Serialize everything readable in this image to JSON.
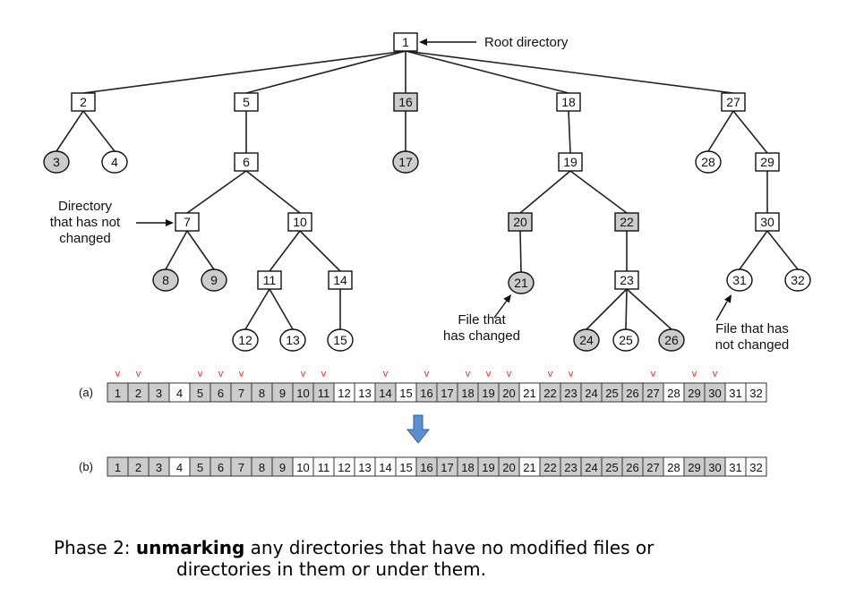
{
  "tree": {
    "nodes": [
      {
        "id": "1",
        "kind": "dir",
        "shaded": false
      },
      {
        "id": "2",
        "kind": "dir",
        "shaded": false
      },
      {
        "id": "3",
        "kind": "file",
        "shaded": true
      },
      {
        "id": "4",
        "kind": "file",
        "shaded": false
      },
      {
        "id": "5",
        "kind": "dir",
        "shaded": false
      },
      {
        "id": "6",
        "kind": "dir",
        "shaded": false
      },
      {
        "id": "7",
        "kind": "dir",
        "shaded": false
      },
      {
        "id": "8",
        "kind": "file",
        "shaded": true
      },
      {
        "id": "9",
        "kind": "file",
        "shaded": true
      },
      {
        "id": "10",
        "kind": "dir",
        "shaded": false
      },
      {
        "id": "11",
        "kind": "dir",
        "shaded": false
      },
      {
        "id": "12",
        "kind": "file",
        "shaded": false
      },
      {
        "id": "13",
        "kind": "file",
        "shaded": false
      },
      {
        "id": "14",
        "kind": "dir",
        "shaded": false
      },
      {
        "id": "15",
        "kind": "file",
        "shaded": false
      },
      {
        "id": "16",
        "kind": "dir",
        "shaded": true
      },
      {
        "id": "17",
        "kind": "file",
        "shaded": true
      },
      {
        "id": "18",
        "kind": "dir",
        "shaded": false
      },
      {
        "id": "19",
        "kind": "dir",
        "shaded": false
      },
      {
        "id": "20",
        "kind": "dir",
        "shaded": true
      },
      {
        "id": "21",
        "kind": "file",
        "shaded": true
      },
      {
        "id": "22",
        "kind": "dir",
        "shaded": true
      },
      {
        "id": "23",
        "kind": "dir",
        "shaded": false
      },
      {
        "id": "24",
        "kind": "file",
        "shaded": true
      },
      {
        "id": "25",
        "kind": "file",
        "shaded": false
      },
      {
        "id": "26",
        "kind": "file",
        "shaded": true
      },
      {
        "id": "27",
        "kind": "dir",
        "shaded": false
      },
      {
        "id": "28",
        "kind": "file",
        "shaded": false
      },
      {
        "id": "29",
        "kind": "dir",
        "shaded": false
      },
      {
        "id": "30",
        "kind": "dir",
        "shaded": false
      },
      {
        "id": "31",
        "kind": "file",
        "shaded": false
      },
      {
        "id": "32",
        "kind": "file",
        "shaded": false
      }
    ],
    "edges": [
      [
        "1",
        "2"
      ],
      [
        "1",
        "5"
      ],
      [
        "1",
        "16"
      ],
      [
        "1",
        "18"
      ],
      [
        "1",
        "27"
      ],
      [
        "2",
        "3"
      ],
      [
        "2",
        "4"
      ],
      [
        "5",
        "6"
      ],
      [
        "6",
        "7"
      ],
      [
        "6",
        "10"
      ],
      [
        "7",
        "8"
      ],
      [
        "7",
        "9"
      ],
      [
        "10",
        "11"
      ],
      [
        "10",
        "14"
      ],
      [
        "11",
        "12"
      ],
      [
        "11",
        "13"
      ],
      [
        "14",
        "15"
      ],
      [
        "16",
        "17"
      ],
      [
        "18",
        "19"
      ],
      [
        "19",
        "20"
      ],
      [
        "19",
        "22"
      ],
      [
        "20",
        "21"
      ],
      [
        "22",
        "23"
      ],
      [
        "23",
        "24"
      ],
      [
        "23",
        "25"
      ],
      [
        "23",
        "26"
      ],
      [
        "27",
        "28"
      ],
      [
        "27",
        "29"
      ],
      [
        "29",
        "30"
      ],
      [
        "30",
        "31"
      ],
      [
        "30",
        "32"
      ]
    ],
    "annotations": {
      "root": "Root directory",
      "unchanged_dir": [
        "Directory",
        "that has not",
        "changed"
      ],
      "changed_file": [
        "File that",
        "has changed"
      ],
      "unchanged_file": [
        "File that has",
        "not changed"
      ]
    }
  },
  "bitmaps": {
    "row_a_label": "(a)",
    "row_b_label": "(b)",
    "row_a_shaded": [
      1,
      2,
      3,
      5,
      6,
      7,
      8,
      9,
      10,
      11,
      14,
      16,
      17,
      18,
      19,
      20,
      22,
      23,
      24,
      25,
      26,
      27,
      29,
      30
    ],
    "row_b_shaded": [
      1,
      2,
      3,
      5,
      6,
      7,
      8,
      9,
      16,
      17,
      18,
      19,
      20,
      22,
      23,
      24,
      25,
      26,
      27,
      29,
      30
    ],
    "marks_above_a": [
      1,
      2,
      5,
      6,
      7,
      10,
      11,
      14,
      16,
      18,
      19,
      20,
      22,
      23,
      27,
      29,
      30
    ],
    "mark_glyph": "v",
    "mark_color": "#e03030",
    "shade_color": "#cccccc",
    "arrow_color": "#5b8fd0"
  },
  "caption": {
    "prefix": "Phase 2:",
    "bold": "unmarking",
    "rest": " any directories that have no modified files or",
    "line2": "directories in them or under them."
  }
}
